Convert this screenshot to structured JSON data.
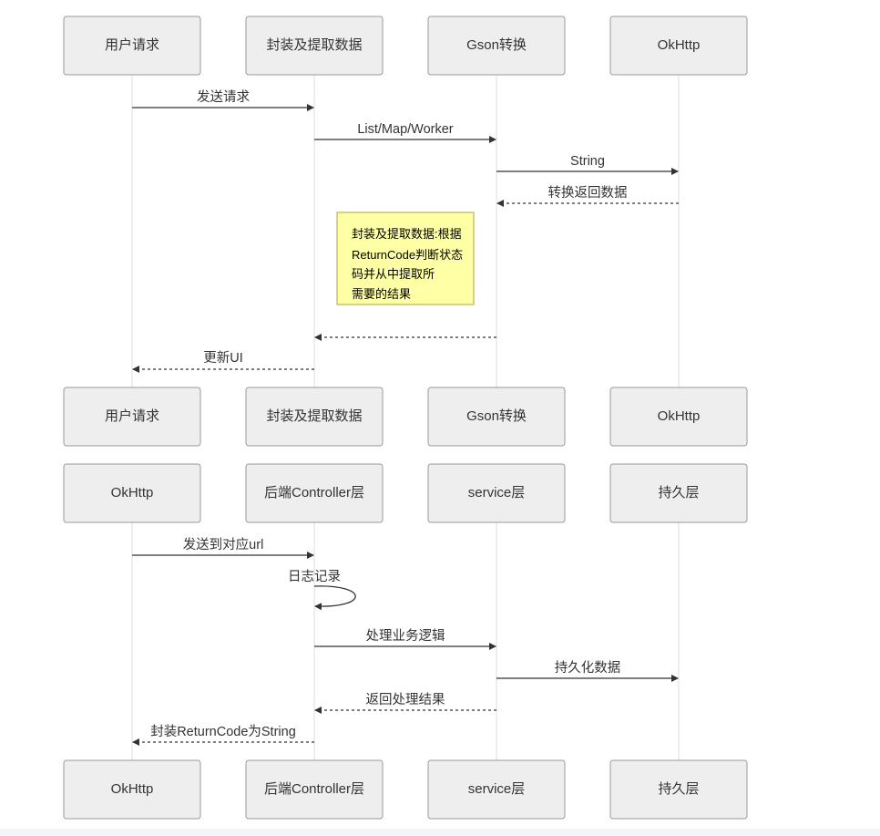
{
  "diagrams": [
    {
      "participants": [
        "用户请求",
        "封装及提取数据",
        "Gson转换",
        "OkHttp"
      ],
      "messages": [
        {
          "from": 0,
          "to": 1,
          "label": "发送请求",
          "dashed": false
        },
        {
          "from": 1,
          "to": 2,
          "label": "List/Map/Worker",
          "dashed": false
        },
        {
          "from": 2,
          "to": 3,
          "label": "String",
          "dashed": false
        },
        {
          "from": 3,
          "to": 2,
          "label": "转换返回数据",
          "dashed": true
        },
        {
          "from": 2,
          "to": 1,
          "label": "",
          "dashed": true
        },
        {
          "from": 1,
          "to": 0,
          "label": "更新UI",
          "dashed": true
        }
      ],
      "note": {
        "lines": [
          "封装及提取数据:根据",
          "ReturnCode判断状态",
          "码并从中提取所",
          "需要的结果"
        ]
      }
    },
    {
      "participants": [
        "OkHttp",
        "后端Controller层",
        "service层",
        "持久层"
      ],
      "messages": [
        {
          "from": 0,
          "to": 1,
          "label": "发送到对应url",
          "dashed": false
        },
        {
          "from": 1,
          "to": 1,
          "label": "日志记录",
          "dashed": false,
          "self": true
        },
        {
          "from": 1,
          "to": 2,
          "label": "处理业务逻辑",
          "dashed": false
        },
        {
          "from": 2,
          "to": 3,
          "label": "持久化数据",
          "dashed": false
        },
        {
          "from": 2,
          "to": 1,
          "label": "返回处理结果",
          "dashed": true
        },
        {
          "from": 1,
          "to": 0,
          "label": "封装ReturnCode为String",
          "dashed": true
        }
      ]
    }
  ]
}
